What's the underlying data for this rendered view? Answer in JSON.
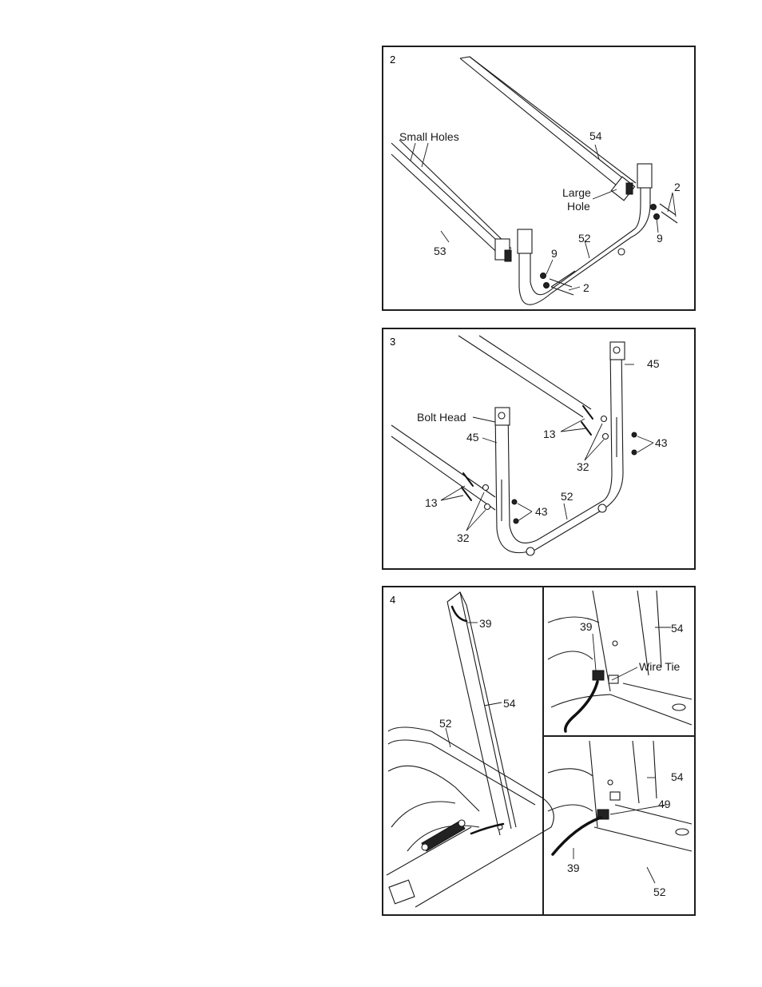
{
  "figure2": {
    "number": "2",
    "labels": {
      "small_holes": "Small Holes",
      "large": "Large",
      "hole": "Hole",
      "p54": "54",
      "p53": "53",
      "p52": "52",
      "p2a": "2",
      "p2b": "2",
      "p9a": "9",
      "p9b": "9"
    }
  },
  "figure3": {
    "number": "3",
    "labels": {
      "bolt_head": "Bolt Head",
      "p45a": "45",
      "p45b": "45",
      "p13a": "13",
      "p13b": "13",
      "p32a": "32",
      "p32b": "32",
      "p43a": "43",
      "p43b": "43",
      "p52": "52"
    }
  },
  "figure4": {
    "number": "4",
    "main": {
      "p39": "39",
      "p54": "54",
      "p52": "52"
    },
    "inset_top": {
      "p39": "39",
      "p54": "54",
      "wire_tie": "Wire Tie"
    },
    "inset_bottom": {
      "p54": "54",
      "p49": "49",
      "p39": "39",
      "p52": "52"
    }
  }
}
